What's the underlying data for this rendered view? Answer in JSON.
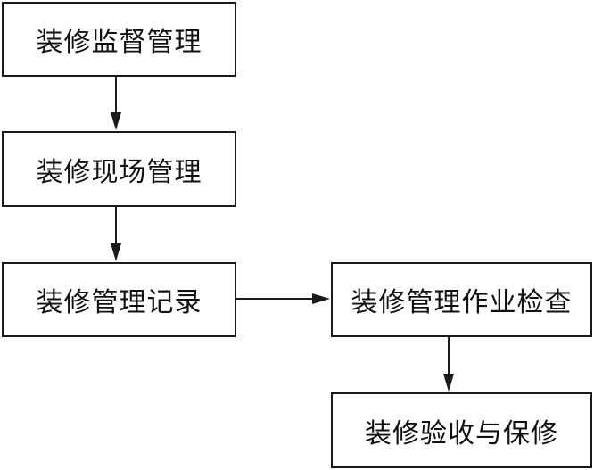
{
  "diagram": {
    "nodes": [
      {
        "id": "n1",
        "label": "装修监督管理"
      },
      {
        "id": "n2",
        "label": "装修现场管理"
      },
      {
        "id": "n3",
        "label": "装修管理记录"
      },
      {
        "id": "n4",
        "label": "装修管理作业检查"
      },
      {
        "id": "n5",
        "label": "装修验收与保修"
      }
    ],
    "edges": [
      {
        "from": "n1",
        "to": "n2"
      },
      {
        "from": "n2",
        "to": "n3"
      },
      {
        "from": "n3",
        "to": "n4"
      },
      {
        "from": "n4",
        "to": "n5"
      }
    ]
  }
}
